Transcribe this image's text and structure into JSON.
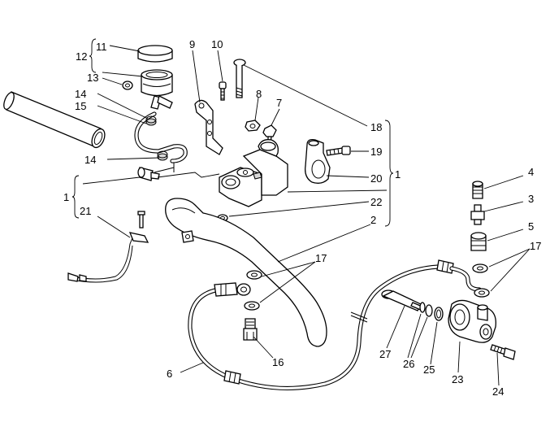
{
  "diagram": {
    "callouts": {
      "n1_right": "1",
      "n1_left": "1",
      "n2": "2",
      "n3": "3",
      "n4": "4",
      "n5": "5",
      "n6": "6",
      "n7": "7",
      "n8": "8",
      "n9": "9",
      "n10": "10",
      "n11": "11",
      "n12": "12",
      "n13": "13",
      "n14_top": "14",
      "n14_bottom": "14",
      "n15": "15",
      "n16": "16",
      "n17_center": "17",
      "n17_right": "17",
      "n18": "18",
      "n19": "19",
      "n20": "20",
      "n21": "21",
      "n22": "22",
      "n23": "23",
      "n24": "24",
      "n25": "25",
      "n26": "26",
      "n27": "27"
    }
  }
}
